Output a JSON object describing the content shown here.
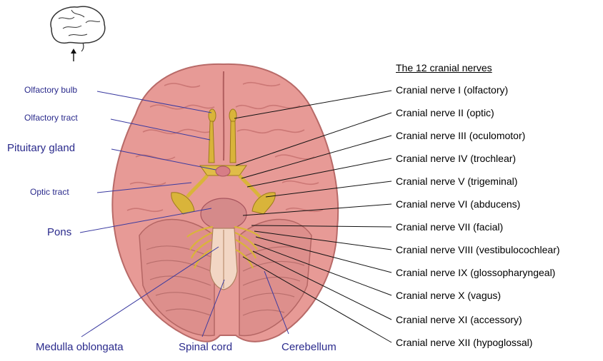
{
  "title": "The 12 cranial nerves",
  "left_labels": {
    "olfactory_bulb": "Olfactory bulb",
    "olfactory_tract": "Olfactory tract",
    "pituitary_gland": "Pituitary gland",
    "optic_tract": "Optic tract",
    "pons": "Pons"
  },
  "bottom_labels": {
    "medulla": "Medulla oblongata",
    "spinal_cord": "Spinal cord",
    "cerebellum": "Cerebellum"
  },
  "nerves": [
    "Cranial nerve I (olfactory)",
    "Cranial nerve II (optic)",
    "Cranial nerve III (oculomotor)",
    "Cranial nerve IV (trochlear)",
    "Cranial nerve V (trigeminal)",
    "Cranial nerve VI (abducens)",
    "Cranial nerve VII (facial)",
    "Cranial nerve VIII (vestibulocochlear)",
    "Cranial nerve IX (glossopharyngeal)",
    "Cranial nerve X (vagus)",
    "Cranial nerve XI (accessory)",
    "Cranial nerve XII (hypoglossal)"
  ],
  "colors": {
    "brain": "#e79a96",
    "brain_dark": "#c96c6c",
    "nerve": "#d9b43a",
    "label_blue": "#2a2a8c"
  }
}
